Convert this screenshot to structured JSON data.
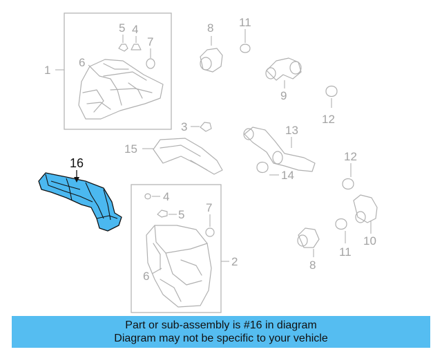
{
  "highlight_color": "#4bb8f0",
  "banner_color": "#55bdf1",
  "labels": {
    "l1": "1",
    "l2": "2",
    "l3": "3",
    "l4a": "4",
    "l4b": "4",
    "l5a": "5",
    "l5b": "5",
    "l6a": "6",
    "l6b": "6",
    "l7a": "7",
    "l7b": "7",
    "l8a": "8",
    "l8b": "8",
    "l9": "9",
    "l10": "10",
    "l11a": "11",
    "l11b": "11",
    "l12a": "12",
    "l12b": "12",
    "l13": "13",
    "l14": "14",
    "l15": "15",
    "l16": "16"
  },
  "banner": {
    "line1": "Part or sub-assembly is #16 in diagram",
    "line2": "Diagram may not be specific to your vehicle"
  }
}
